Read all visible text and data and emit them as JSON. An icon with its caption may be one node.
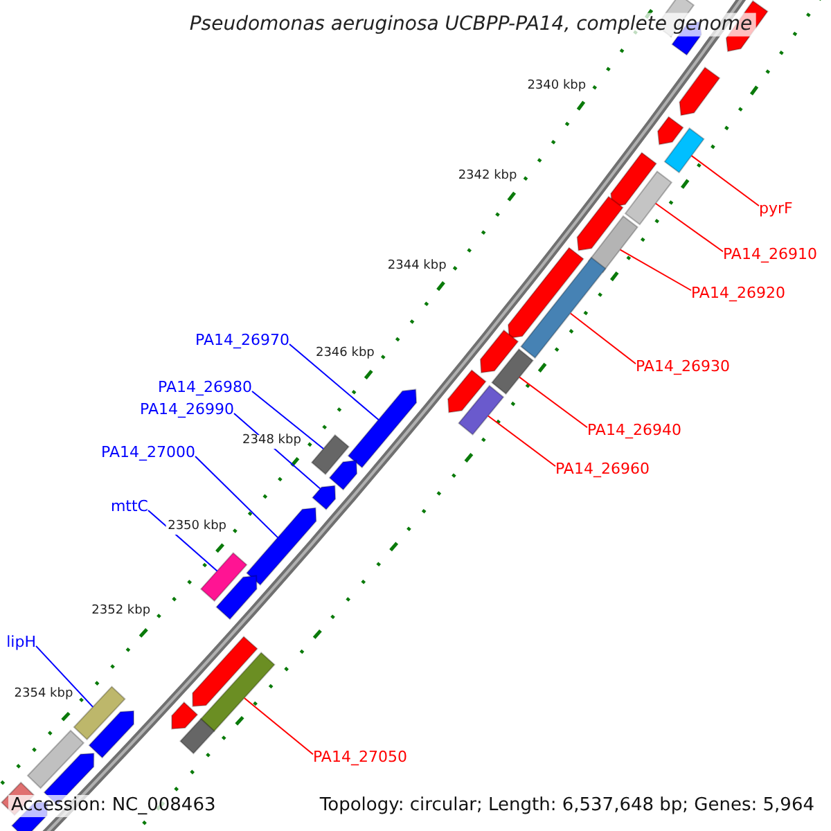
{
  "diagram": {
    "title": "Pseudomonas aeruginosa UCBPP-PA14, complete genome",
    "nodes": [
      {
        "text": [
          "pyrF"
        ]
      },
      {
        "text": [
          "PA14_26910"
        ]
      },
      {
        "text": [
          "PA14_26920"
        ]
      },
      {
        "text": [
          "PA14_26930"
        ]
      },
      {
        "text": [
          "PA14_26940"
        ]
      },
      {
        "text": [
          "PA14_26960"
        ]
      },
      {
        "text": [
          "PA14_26970"
        ]
      },
      {
        "text": [
          "PA14_26980"
        ]
      },
      {
        "text": [
          "PA14_26990"
        ]
      },
      {
        "text": [
          "PA14_27000"
        ]
      },
      {
        "text": [
          "mttC"
        ]
      },
      {
        "text": [
          "lipH"
        ]
      },
      {
        "text": [
          "PA14_27050"
        ]
      },
      {
        "text": [],
        "shape": "bar"
      },
      {
        "text": [],
        "shape": "bar"
      },
      {
        "text": [],
        "shape": "bar"
      },
      {
        "text": [],
        "shape": "bar"
      },
      {
        "text": [],
        "shape": "bar"
      },
      {
        "text": [],
        "shape": "bar"
      },
      {
        "text": [],
        "shape": "arrow"
      },
      {
        "text": [],
        "shape": "bar"
      },
      {
        "text": [],
        "shape": "arrow"
      },
      {
        "text": [],
        "shape": "arrow"
      },
      {
        "text": [],
        "shape": "bar"
      },
      {
        "text": [],
        "shape": "bar"
      },
      {
        "text": [],
        "shape": "bar"
      },
      {
        "text": [],
        "shape": "bar"
      },
      {
        "text": [],
        "shape": "arrow"
      },
      {
        "text": [],
        "shape": "arrow"
      },
      {
        "text": [],
        "shape": "arrow"
      },
      {
        "text": [],
        "shape": "arrow"
      },
      {
        "text": [],
        "shape": "arrow"
      },
      {
        "text": [],
        "shape": "arrow"
      },
      {
        "text": [],
        "shape": "arrow"
      },
      {
        "text": [],
        "shape": "arrow"
      },
      {
        "text": [],
        "shape": "arrow"
      },
      {
        "text": [],
        "shape": "arrow"
      },
      {
        "text": [],
        "shape": "arrow"
      },
      {
        "text": [],
        "shape": "arrow"
      },
      {
        "text": [],
        "shape": "arrow"
      },
      {
        "text": [],
        "shape": "arrow"
      },
      {
        "text": [],
        "shape": "bar"
      },
      {
        "text": [],
        "shape": "bar"
      },
      {
        "text": [],
        "shape": "arrow"
      },
      {
        "text": [],
        "shape": "bar"
      },
      {
        "text": [],
        "shape": "arrow"
      }
    ],
    "edges": [
      {
        "from": 0,
        "to": 13,
        "arrow": "none"
      },
      {
        "from": 1,
        "to": 14,
        "arrow": "none"
      },
      {
        "from": 2,
        "to": 15,
        "arrow": "none"
      },
      {
        "from": 3,
        "to": 16,
        "arrow": "none"
      },
      {
        "from": 4,
        "to": 17,
        "arrow": "none"
      },
      {
        "from": 5,
        "to": 18,
        "arrow": "none"
      },
      {
        "from": 6,
        "to": 19,
        "arrow": "none",
        "color": "#0000ff"
      },
      {
        "from": 7,
        "to": 20,
        "arrow": "none",
        "color": "#0000ff"
      },
      {
        "from": 8,
        "to": 21,
        "arrow": "none",
        "color": "#0000ff"
      },
      {
        "from": 9,
        "to": 22,
        "arrow": "none",
        "color": "#0000ff"
      },
      {
        "from": 10,
        "to": 23,
        "arrow": "none",
        "color": "#0000ff"
      },
      {
        "from": 11,
        "to": 24,
        "arrow": "none",
        "color": "#0000ff"
      },
      {
        "from": 12,
        "to": 25,
        "arrow": "none"
      }
    ],
    "labels": [
      "2340 kbp",
      "2342 kbp",
      "2344 kbp",
      "2346 kbp",
      "2348 kbp",
      "2350 kbp",
      "2352 kbp",
      "2354 kbp",
      "Accession: NC_008463",
      "Topology: circular; Length: 6,537,648 bp; Genes: 5,964"
    ]
  }
}
